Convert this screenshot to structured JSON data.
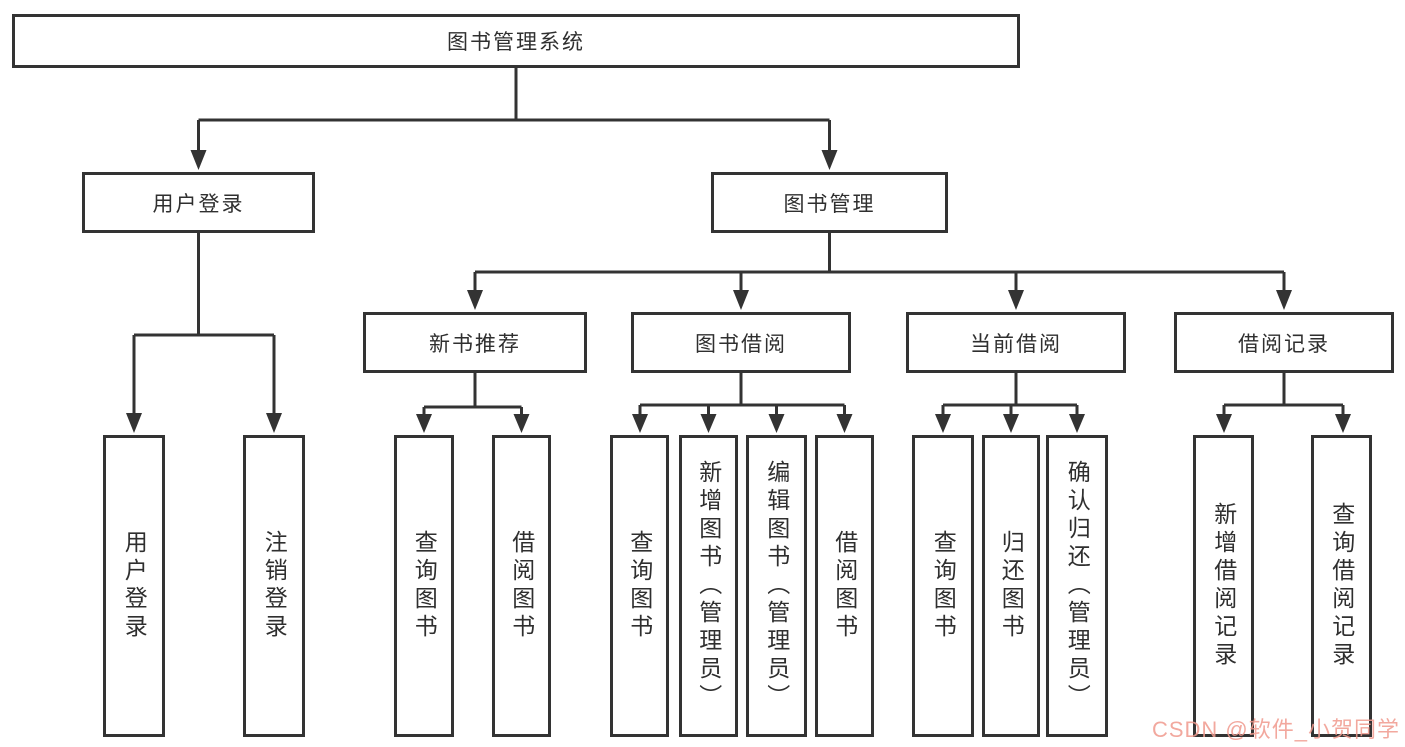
{
  "colors": {
    "line": "#333333",
    "text": "#2f2f2f",
    "watermark": "#f09a8e",
    "bg": "#ffffff"
  },
  "root": {
    "label": "图书管理系统"
  },
  "level1": {
    "user_login": {
      "label": "用户登录"
    },
    "book_management": {
      "label": "图书管理"
    }
  },
  "level2": {
    "new_book_recommend": {
      "label": "新书推荐"
    },
    "book_borrow": {
      "label": "图书借阅"
    },
    "current_borrow": {
      "label": "当前借阅"
    },
    "borrow_records": {
      "label": "借阅记录"
    }
  },
  "leaves": {
    "user_login": {
      "label": "用户登录"
    },
    "logout": {
      "label": "注销登录"
    },
    "recommend_query_books": {
      "label": "查询图书"
    },
    "recommend_borrow_books": {
      "label": "借阅图书"
    },
    "borrow_query_books": {
      "label": "查询图书"
    },
    "borrow_add_books": {
      "label": "新增图书（管理员）"
    },
    "borrow_edit_books": {
      "label": "编辑图书（管理员）"
    },
    "borrow_borrow_books": {
      "label": "借阅图书"
    },
    "current_query_books": {
      "label": "查询图书"
    },
    "current_return_books": {
      "label": "归还图书"
    },
    "current_confirm_return": {
      "label": "确认归还（管理员）"
    },
    "records_add_record": {
      "label": "新增借阅记录"
    },
    "records_query_record": {
      "label": "查询借阅记录"
    }
  },
  "watermark": {
    "text": "CSDN @软件_小贺同学"
  }
}
